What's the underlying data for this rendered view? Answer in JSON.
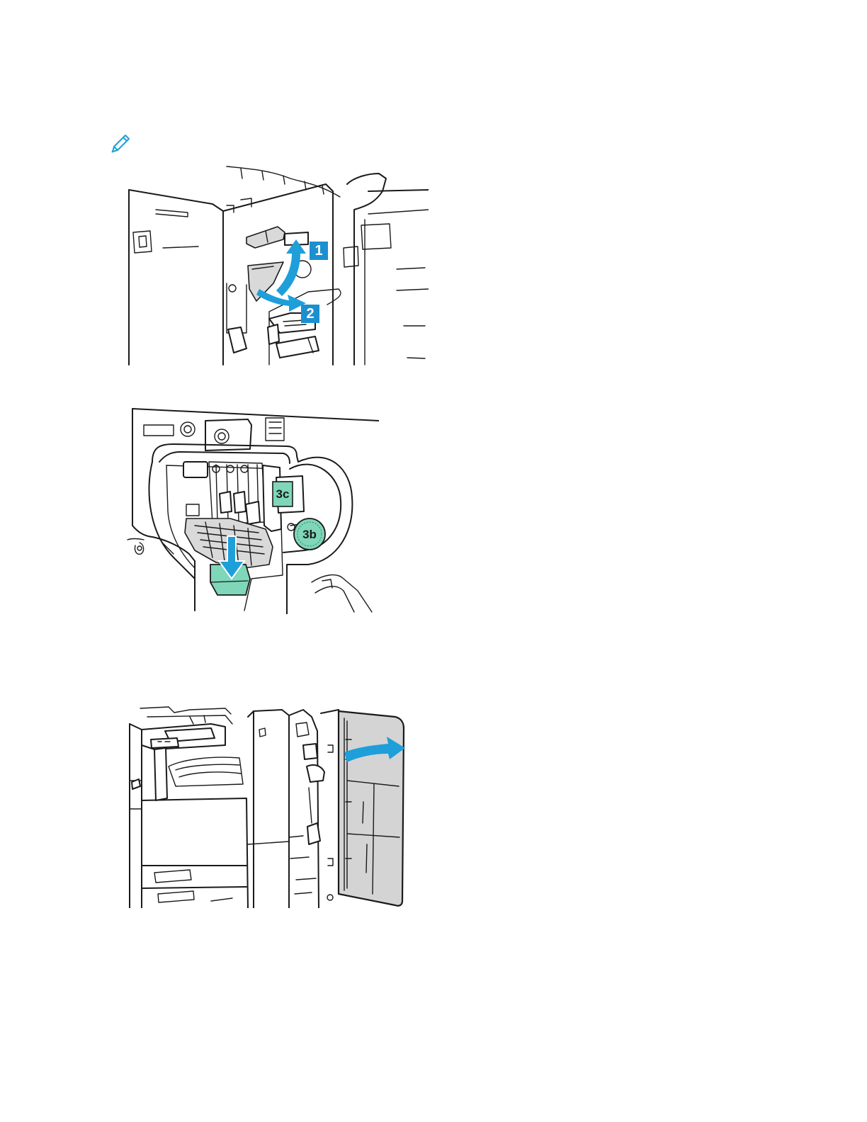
{
  "colors": {
    "accent_blue": "#1e9fd9",
    "label_blue": "#1b8fd0",
    "teal": "#7fd6b8",
    "teal_dark": "#2f7f66",
    "door_gray": "#d4d4d4",
    "line": "#1a1a1a"
  },
  "icons": {
    "note": "pencil-icon"
  },
  "figure1": {
    "badge1": "1",
    "badge2": "2"
  },
  "figure2": {
    "label_3c": "3c",
    "label_3b": "3b"
  }
}
